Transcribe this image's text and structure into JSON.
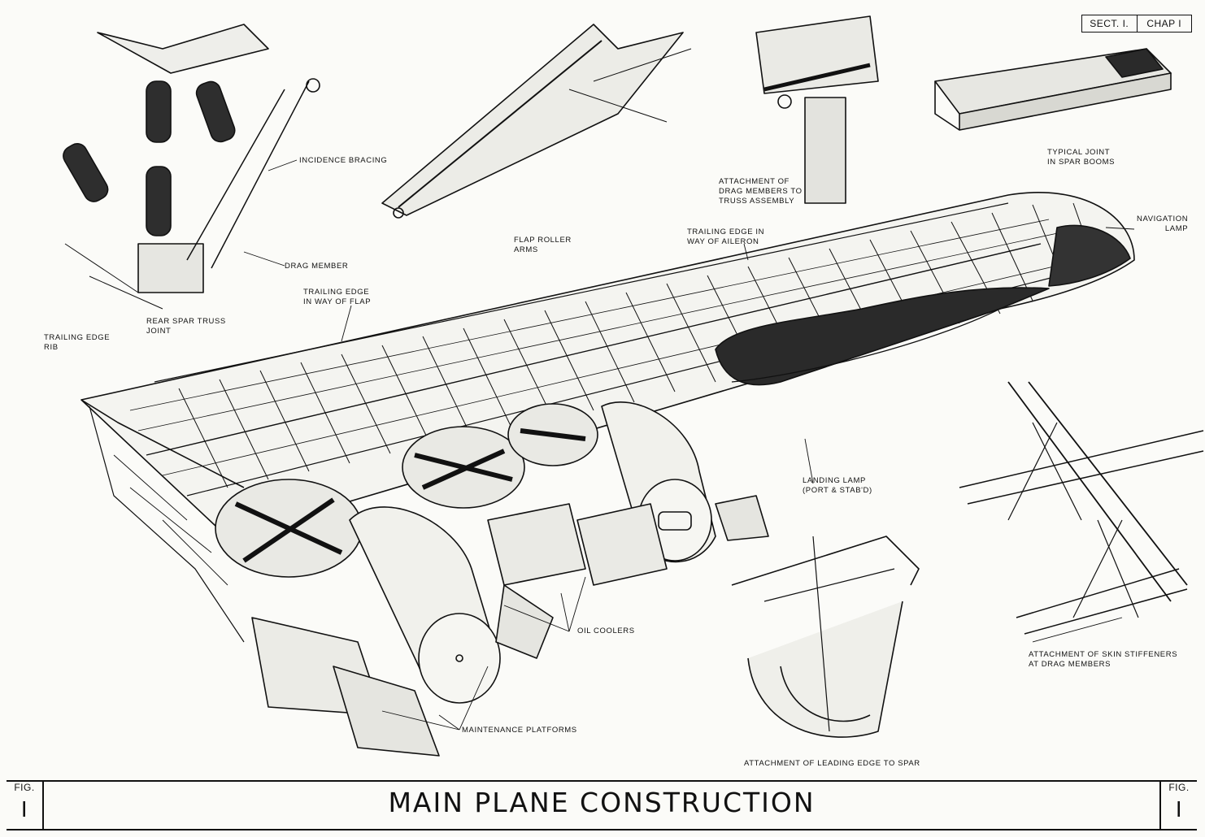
{
  "header": {
    "section": "SECT. I.",
    "chapter": "CHAP I"
  },
  "footer": {
    "title": "MAIN PLANE CONSTRUCTION",
    "fig_label_left": "FIG.",
    "fig_number_left": "I",
    "fig_label_right": "FIG.",
    "fig_number_right": "I"
  },
  "labels": {
    "incidence_bracing": "INCIDENCE BRACING",
    "drag_member": "DRAG MEMBER",
    "rear_spar_truss_joint": "REAR SPAR TRUSS\nJOINT",
    "trailing_edge_rib": "TRAILING EDGE\nRIB",
    "trailing_edge_flap": "TRAILING EDGE\nIN WAY OF FLAP",
    "flap_roller_arms": "FLAP ROLLER\nARMS",
    "attachment_drag_members": "ATTACHMENT OF\nDRAG MEMBERS TO\nTRUSS ASSEMBLY",
    "typical_joint": "TYPICAL JOINT\nIN SPAR BOOMS",
    "trailing_edge_aileron": "TRAILING EDGE IN\nWAY OF AILERON",
    "navigation_lamp": "NAVIGATION\nLAMP",
    "landing_lamp": "LANDING LAMP\n(PORT & STAB'D)",
    "oil_coolers": "OIL COOLERS",
    "maintenance_platforms": "MAINTENANCE PLATFORMS",
    "attachment_skin_stiffeners": "ATTACHMENT OF SKIN STIFFENERS\nAT DRAG MEMBERS",
    "attachment_leading_edge": "ATTACHMENT OF LEADING EDGE TO SPAR"
  },
  "colors": {
    "ink": "#111111",
    "paper": "#fbfbf8",
    "shade": "#2a2a2a"
  }
}
